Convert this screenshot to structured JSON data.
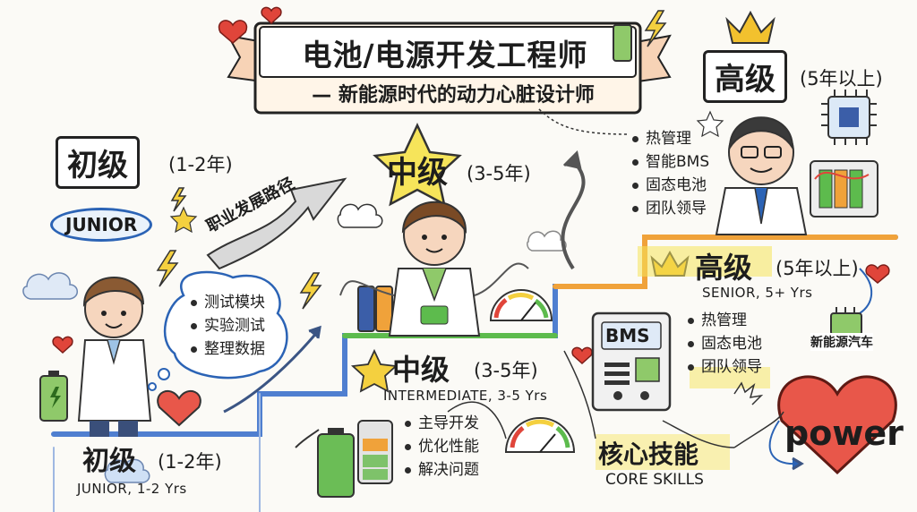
{
  "title": {
    "main": "电池/电源开发工程师",
    "subtitle": "— 新能源时代的动力心脏设计师"
  },
  "path_label": "职业发展路径",
  "junior_top": {
    "level": "初级",
    "years": "(1-2年)",
    "badge": "JUNIOR",
    "bubble": [
      "测试模块",
      "实验测试",
      "整理数据"
    ]
  },
  "intermediate_top": {
    "level": "中级",
    "years": "(3-5年)"
  },
  "senior_top": {
    "level": "高级",
    "years": "(5年以上)",
    "bullets": [
      "热管理",
      "智能BMS",
      "固态电池",
      "团队领导"
    ]
  },
  "steps": {
    "junior": {
      "level": "初级",
      "years": "(1-2年)",
      "en": "JUNIOR, 1-2 Yrs"
    },
    "intermediate": {
      "level": "中级",
      "years": "(3-5年)",
      "en": "INTERMEDIATE, 3-5 Yrs",
      "bullets": [
        "主导开发",
        "优化性能",
        "解决问题"
      ]
    },
    "senior": {
      "level": "高级",
      "years": "(5年以上)",
      "en": "SENIOR, 5+ Yrs",
      "bullets": [
        "热管理",
        "固态电池",
        "团队领导"
      ]
    }
  },
  "bms_label": "BMS",
  "ev_label": "新能源汽车",
  "core": {
    "cn": "核心技能",
    "en": "CORE SKILLS"
  },
  "power_text": "power",
  "colors": {
    "step_blue": "#4f7fd0",
    "step_green": "#5dbb4d",
    "step_orange": "#f0a23a",
    "highlight_yellow": "#f6e45a",
    "heart_red": "#e0453a",
    "crown_gold": "#f2c12e"
  }
}
